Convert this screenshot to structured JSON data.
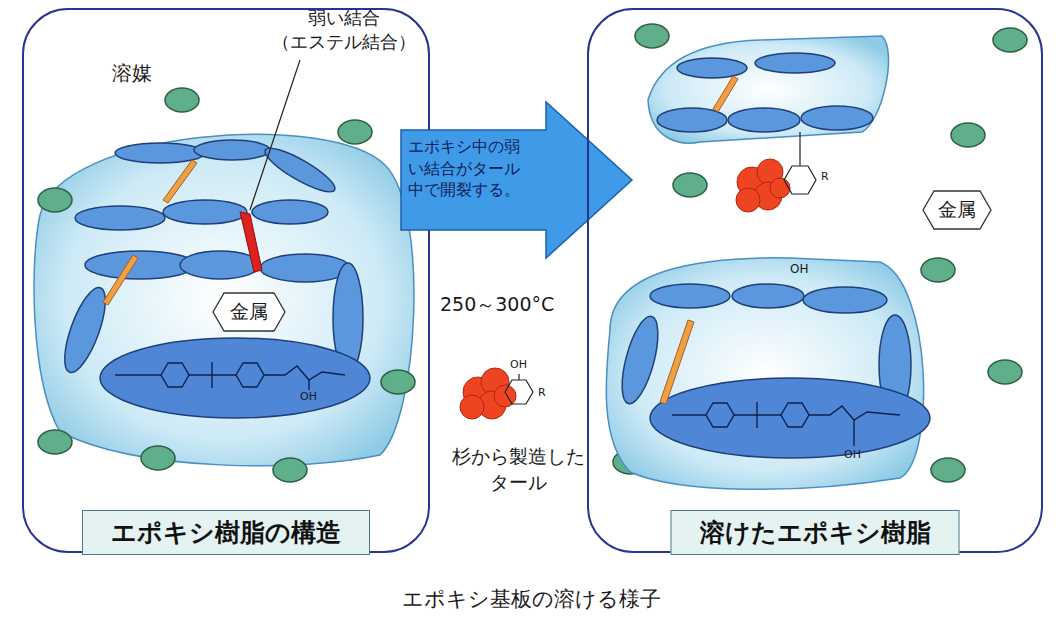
{
  "diagram": {
    "caption": "エポキシ基板の溶ける様子",
    "nodes": [
      {
        "text": [
          "エポキシ樹脂の構造"
        ]
      },
      {
        "text": [
          "金属"
        ],
        "in": 0
      },
      {
        "text": [
          "エポキシ中の弱 い結合がタール 中で開裂する。"
        ]
      },
      {
        "text": [
          "溶けたエポキシ樹脂"
        ]
      },
      {
        "text": [
          "金属"
        ],
        "in": 3
      }
    ],
    "labels": [
      "溶媒",
      "弱い結合 （エステル結合）",
      "250～300°C",
      "OH",
      "R",
      "杉から製造した タール",
      "OH",
      "R",
      "OH",
      "OH"
    ]
  }
}
